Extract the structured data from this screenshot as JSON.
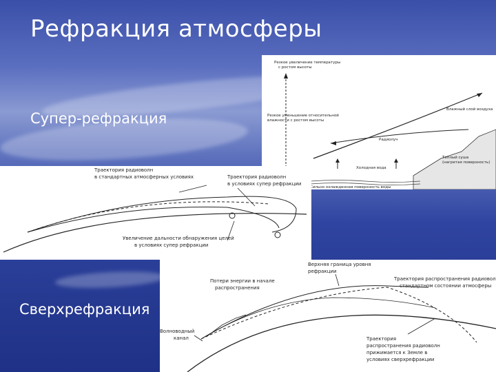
{
  "slide": {
    "title": "Рефракция атмосферы",
    "label_super": "Супер-рефракция",
    "label_hyper": "Сверхрефракция"
  },
  "figure_top": {
    "label_upper_1": "Резкое увеличение температуры",
    "label_upper_2": "с ростом высоты",
    "label_mid_1": "Резкое уменьшение относительной",
    "label_mid_2": "влажности с ростом высоты",
    "label_cloud": "Влажный слой воздуха",
    "label_beam": "Радиолуч",
    "label_cold": "Холодная вода",
    "label_warm_1": "Теплый суша",
    "label_warm_2": "(нагретая поверхность)",
    "label_sea": "Сильно охлажденная поверхность воды"
  },
  "figure_mid": {
    "label_standard_1": "Траектория радиоволн",
    "label_standard_2": "в стандартных атмосферных условиях",
    "label_super_1": "Траектория радиоволн",
    "label_super_2": "в условиях супер рефракции",
    "label_range_1": "Увеличение дальности обнаружения целей",
    "label_range_2": "в условиях супер рефракции"
  },
  "figure_bottom": {
    "label_top_1": "Верхняя граница уровня",
    "label_top_2": "рефракции",
    "label_loss_1": "Потери энергии в начале",
    "label_loss_2": "распространения",
    "label_std_1": "Траектория распространения радиоволн при",
    "label_std_2": "стандартном состоянии атмосферы",
    "label_duct_1": "Волноводный",
    "label_duct_2": "канал",
    "label_path_1": "Траектория",
    "label_path_2": "распространения радиоволн",
    "label_path_3": "прижимается к Земле в",
    "label_path_4": "условиях сверхрефракции"
  }
}
